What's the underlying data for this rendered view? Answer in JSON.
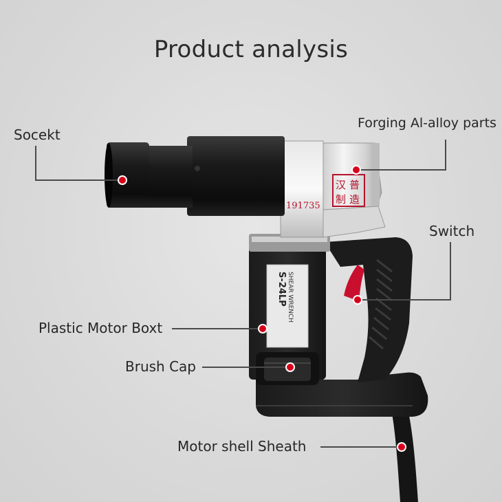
{
  "title": "Product analysis",
  "labels": {
    "socket": "Socekt",
    "forging": "Forging Al-alloy parts",
    "switch": "Switch",
    "motor_box": "Plastic Motor Boxt",
    "brush_cap": "Brush Cap",
    "sheath": "Motor shell Sheath"
  },
  "product": {
    "serial": "191735",
    "logo_chars": [
      "汉",
      "普",
      "制",
      "造"
    ],
    "nameplate_line1": "SHEAR WRENCH",
    "nameplate_model": "S-24LP"
  },
  "colors": {
    "marker": "#d9001b",
    "leader": "#4a4a4a",
    "trigger": "#c8102e"
  }
}
